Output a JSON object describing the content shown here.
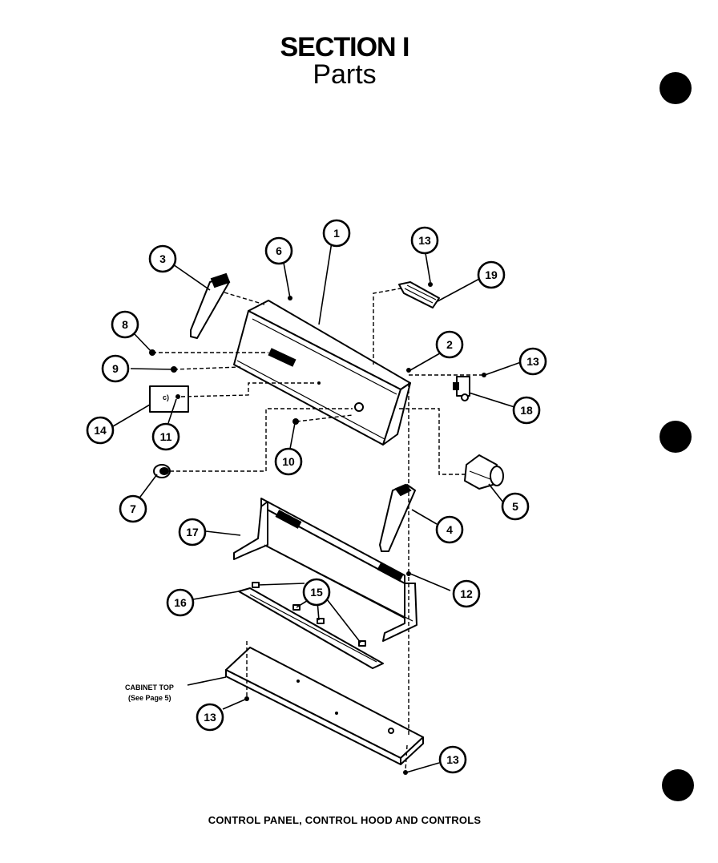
{
  "header": {
    "section": "SECTION I",
    "subtitle": "Parts"
  },
  "caption": "CONTROL PANEL, CONTROL HOOD AND CONTROLS",
  "note": {
    "line1": "CABINET TOP",
    "line2": "(See Page 5)"
  },
  "callouts": [
    {
      "id": "c1",
      "label": "1"
    },
    {
      "id": "c2",
      "label": "2"
    },
    {
      "id": "c3",
      "label": "3"
    },
    {
      "id": "c4",
      "label": "4"
    },
    {
      "id": "c5",
      "label": "5"
    },
    {
      "id": "c6",
      "label": "6"
    },
    {
      "id": "c7",
      "label": "7"
    },
    {
      "id": "c8",
      "label": "8"
    },
    {
      "id": "c9",
      "label": "9"
    },
    {
      "id": "c10",
      "label": "10"
    },
    {
      "id": "c11",
      "label": "11"
    },
    {
      "id": "c12",
      "label": "12"
    },
    {
      "id": "c13a",
      "label": "13"
    },
    {
      "id": "c13b",
      "label": "13"
    },
    {
      "id": "c13c",
      "label": "13"
    },
    {
      "id": "c13d",
      "label": "13"
    },
    {
      "id": "c14",
      "label": "14"
    },
    {
      "id": "c15",
      "label": "15"
    },
    {
      "id": "c16",
      "label": "16"
    },
    {
      "id": "c17",
      "label": "17"
    },
    {
      "id": "c18",
      "label": "18"
    },
    {
      "id": "c19",
      "label": "19"
    }
  ]
}
